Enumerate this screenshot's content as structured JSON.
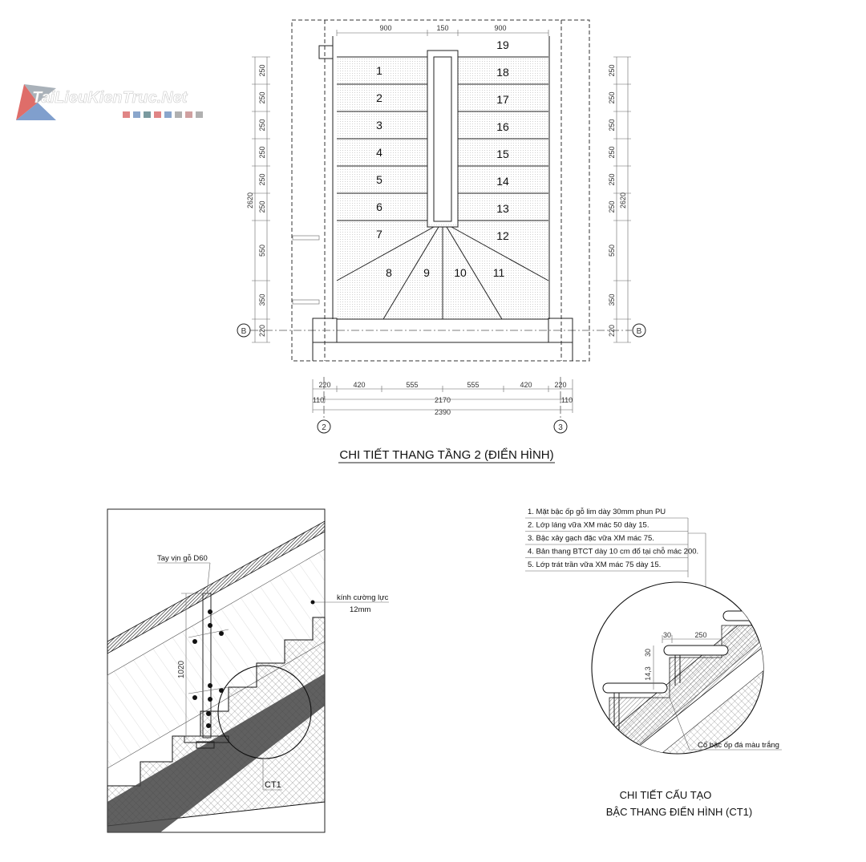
{
  "watermark": {
    "text": "TaiLieuKienTruc.Net",
    "colors": [
      "#d9534f",
      "#6a8ec4",
      "#8a8f99"
    ]
  },
  "plan": {
    "title": "CHI TIẾT THANG TẦNG 2 (ĐIỂN HÌNH)",
    "steps_left": [
      "1",
      "2",
      "3",
      "4",
      "5",
      "6",
      "7"
    ],
    "steps_right": [
      "19",
      "18",
      "17",
      "16",
      "15",
      "14",
      "13",
      "12"
    ],
    "steps_winder": [
      "8",
      "9",
      "10",
      "11"
    ],
    "top_dims": [
      "900",
      "150",
      "900"
    ],
    "side_dims": [
      "250",
      "250",
      "250",
      "250",
      "250",
      "250",
      "550",
      "350",
      "220"
    ],
    "side_total": "2620",
    "bottom_dims_row1": [
      "220",
      "420",
      "555",
      "555",
      "420",
      "220"
    ],
    "bottom_dims_row2": [
      "110",
      "2170",
      "110"
    ],
    "bottom_total": "2390",
    "grid_labels": {
      "row": "B",
      "col_left": "2",
      "col_right": "3"
    }
  },
  "railing": {
    "handrail_label": "Tay vịn gỗ D60",
    "glass_label_1": "kính cường lực",
    "glass_label_2": "12mm",
    "height_dim": "1020",
    "callout": "CT1"
  },
  "detail": {
    "notes": [
      "1. Mặt bậc ốp gỗ lim dày 30mm phun PU",
      "2. Lớp láng vữa XM mác 50 dày 15.",
      "3. Bậc xây gạch đặc vữa XM mác 75.",
      "4. Bản thang BTCT dày 10 cm đổ tại chỗ mác 200.",
      "5. Lớp trát trần vữa XM mác 75 dày 15."
    ],
    "dims": {
      "a": "30",
      "b": "250",
      "c": "30",
      "d": "14,3"
    },
    "nosing_label": "Cổ bậc ốp đá màu trắng",
    "title_line1": "CHI TIẾT CẤU TẠO",
    "title_line2": "BẬC THANG ĐIỂN HÌNH (CT1)"
  }
}
